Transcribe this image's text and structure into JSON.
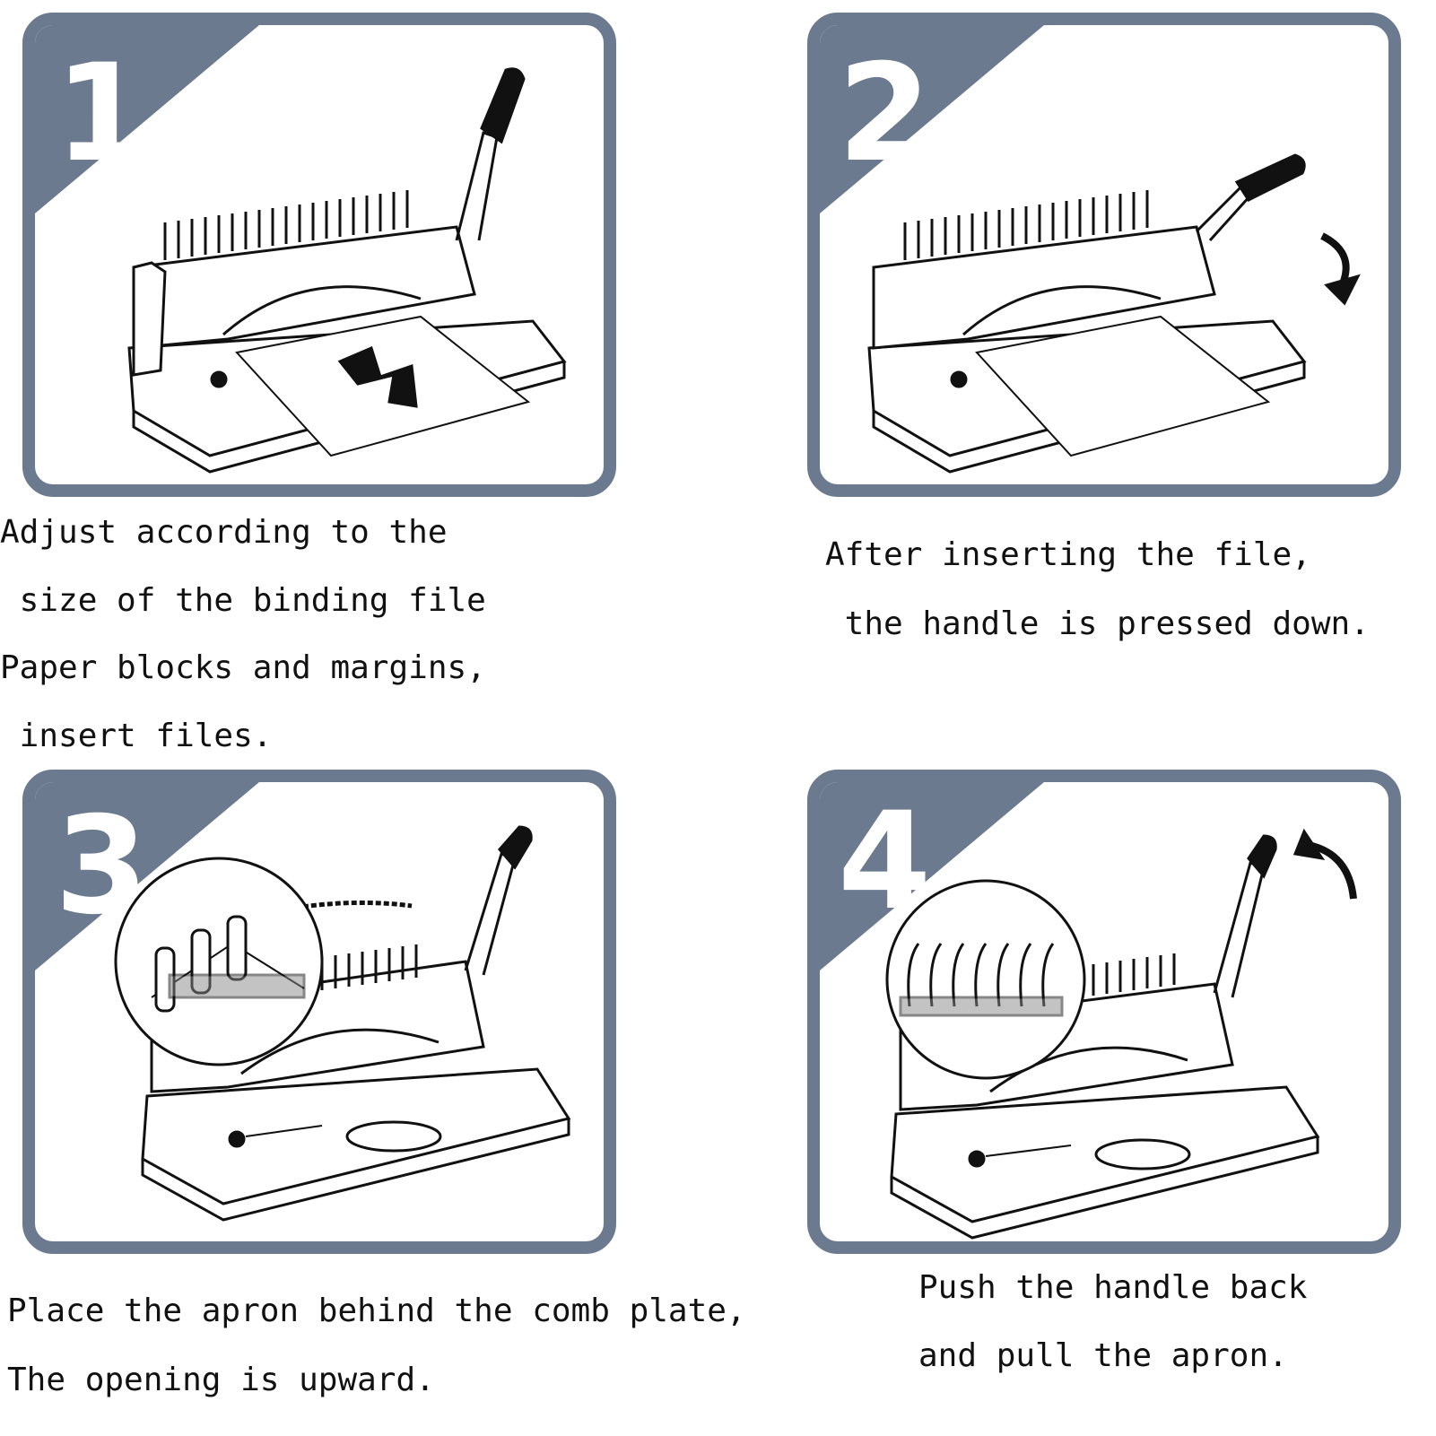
{
  "colors": {
    "frame": "#6b7a8f",
    "number": "#ffffff",
    "ink": "#111111"
  },
  "steps": [
    {
      "number": "1",
      "caption_lines": [
        "Adjust according to the",
        " size of the binding file",
        "Paper blocks and margins,",
        " insert files."
      ]
    },
    {
      "number": "2",
      "caption_lines": [
        "After inserting the file,",
        " the handle is pressed down."
      ]
    },
    {
      "number": "3",
      "caption_lines": [
        "Place the apron behind the comb plate,",
        "The opening is upward."
      ]
    },
    {
      "number": "4",
      "caption_lines": [
        "Push the handle back",
        "and pull the apron."
      ]
    }
  ]
}
